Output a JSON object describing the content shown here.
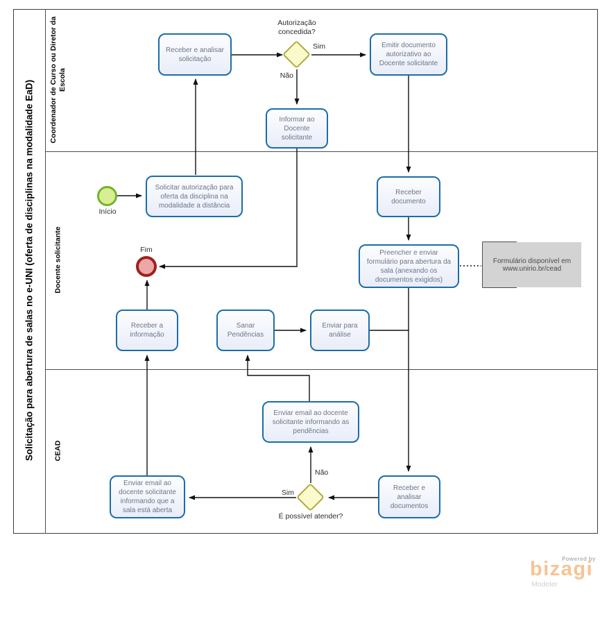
{
  "pool": {
    "title": "Solicitação para abertura de salas no e-UNI (oferta de disciplinas na modalidade EaD)",
    "lanes": [
      {
        "label": "Coordenador de Curso ou Diretor da Escola"
      },
      {
        "label": "Docente  solicitante"
      },
      {
        "label": "CEAD"
      }
    ]
  },
  "events": {
    "start": {
      "label": "Início"
    },
    "end": {
      "label": "Fim"
    }
  },
  "tasks": {
    "receber_analisar_solicitacao": "Receber  e analisar solicitação",
    "emitir_documento": "Emitir documento autorizativo ao Docente solicitante",
    "informar_docente": "Informar ao Docente solicitante",
    "solicitar_autorizacao": "Solicitar autorização para oferta da disciplina na modalidade a distância",
    "receber_documento": "Receber documento",
    "preencher_enviar_formulario": "Preencher e enviar formulário para abertura da sala (anexando os documentos exigidos)",
    "receber_informacao": "Receber a informação",
    "sanar_pendencias": "Sanar Pendências",
    "enviar_para_analise": "Enviar para análise",
    "enviar_email_pendencias": "Enviar email ao docente solicitante informando as pendências",
    "enviar_email_sala_aberta": "Enviar email ao docente solicitante informando que a sala está aberta",
    "receber_analisar_documentos": "Receber e analisar documentos"
  },
  "gateways": {
    "autorizacao": {
      "question": "Autorização concedida?",
      "yes_label": "Sim",
      "no_label": "Não"
    },
    "possivel_atender": {
      "question": "É possível atender?",
      "yes_label": "Sim",
      "no_label": "Não"
    }
  },
  "annotation": {
    "text": "Formulário disponível em www.unirio.br/cead"
  },
  "branding": {
    "powered_by": "Powered by",
    "brand": "bizagi",
    "product": "Modeler"
  },
  "colors": {
    "task_border": "#1b6da8",
    "task_fill": "#e9edf9",
    "task_text": "#6a7687",
    "gateway_fill": "#fbfacd",
    "gateway_border": "#aeac3e",
    "start_fill": "#d9ee92",
    "start_border": "#74b32b",
    "end_fill": "#eca7a7",
    "end_border": "#9e2020",
    "annotation_fill": "#d3d3d3",
    "line": "#111111",
    "brand_orange": "#f6c493"
  }
}
